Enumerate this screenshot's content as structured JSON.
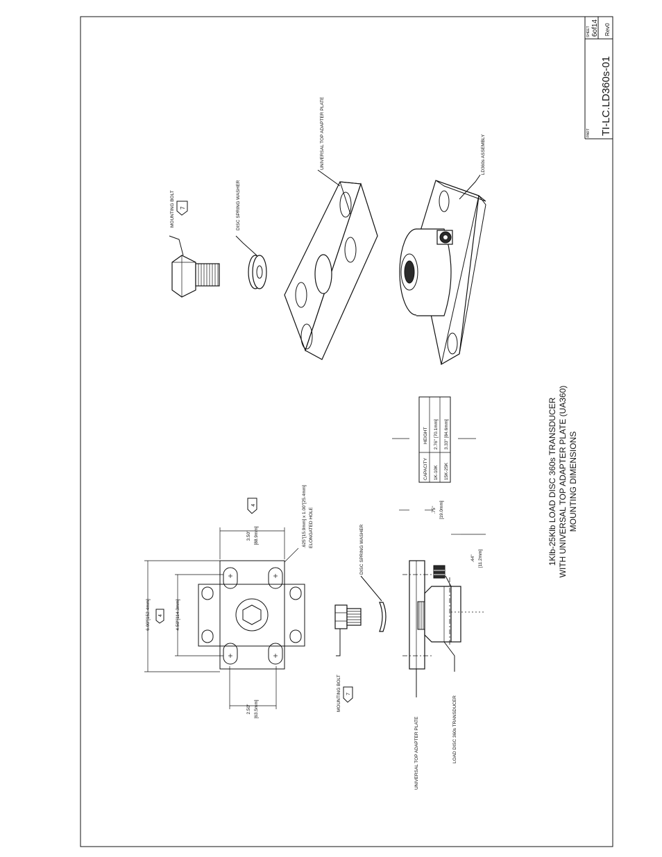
{
  "title_block": {
    "part_label": "PART",
    "part_number": "TI-LC.LD360s-01",
    "sheet_label": "SHEET",
    "sheet_value": "6of14",
    "revision": "Rev0"
  },
  "title": {
    "line1": "1Klb-25Klb LOAD DISC 360s TRANSDUCER",
    "line2": "WITH UNIVERSAL TOP ADAPTER PLATE (UA360)",
    "line3": "MOUNTING DIMENSIONS"
  },
  "iso_labels": {
    "mounting_bolt": "MOUNTING BOLT",
    "bolt_note": "7",
    "disc_spring_washer": "DISC SPRING WASHER",
    "top_adapter_plate": "UNIVERSAL TOP ADAPTER PLATE",
    "assembly": "LD360s ASSEMBLY"
  },
  "top_view": {
    "dim_6_00": "6.00\"[152.4mm]",
    "dim_4_50": "4.50\"[114.3mm]",
    "dim_2_50": "2.50\"",
    "dim_2_50_mm": "[63.5mm]",
    "dim_3_50": "3.50\"",
    "dim_3_50_mm": "[88.9mm]",
    "hole_note_1": ".625\"[15.9mm] x 1.00\"[25.4mm]",
    "hole_note_2": "ELONGATED HOLE",
    "note_4a": "4",
    "note_4b": "4"
  },
  "side_view": {
    "disc_spring_washer": "DISC SPRING WASHER",
    "mounting_bolt": "MOUNTING BOLT",
    "bolt_note": "7",
    "top_adapter_plate": "UNIVERSAL TOP ADAPTER PLATE",
    "transducer": "LOAD DISC 360s TRANSDUCER",
    "dim_75": ".75\"",
    "dim_75_mm": "[19.0mm]",
    "dim_44": ".44\"",
    "dim_44_mm": "[11.2mm]"
  },
  "height_table": {
    "headers": [
      "CAPACITY",
      "HEIGHT"
    ],
    "rows": [
      [
        "1K-10K",
        "2.76\" [70.1mm]"
      ],
      [
        "15K-25K",
        "3.33\" [84.6mm]"
      ]
    ]
  }
}
